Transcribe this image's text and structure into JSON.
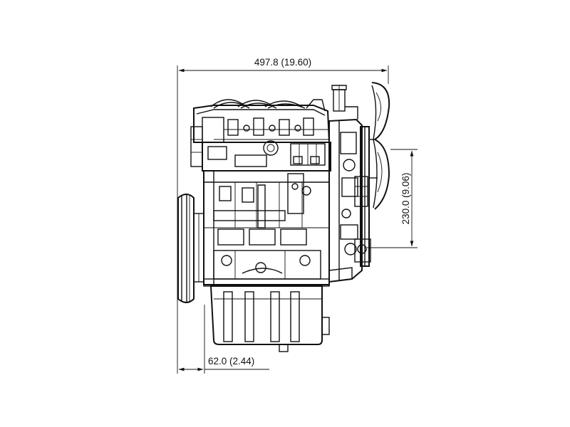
{
  "dimensions": {
    "overall_width": "497.8 (19.60)",
    "fan_center_height": "230.0 (9.06)",
    "pulley_offset": "62.0 (2.44)"
  }
}
